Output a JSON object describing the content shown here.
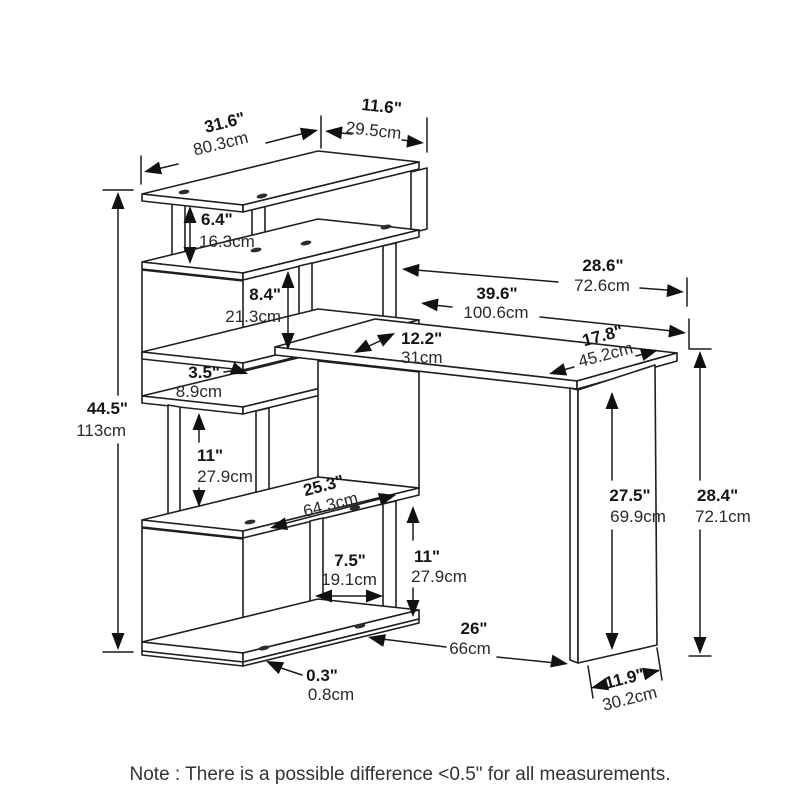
{
  "note": {
    "text": "Note : There is a possible difference <0.5\" for all measurements."
  },
  "dimensions": {
    "top_shelf_width": {
      "in": "31.6\"",
      "cm": "80.3cm"
    },
    "top_shelf_depth": {
      "in": "11.6\"",
      "cm": "29.5cm"
    },
    "tier1_height": {
      "in": "6.4\"",
      "cm": "16.3cm"
    },
    "tier2_height": {
      "in": "8.4\"",
      "cm": "21.3cm"
    },
    "desk_extension": {
      "in": "28.6\"",
      "cm": "72.6cm"
    },
    "desk_length": {
      "in": "39.6\"",
      "cm": "100.6cm"
    },
    "shelf_depth_at_desk": {
      "in": "12.2\"",
      "cm": "31cm"
    },
    "desk_depth": {
      "in": "17.8\"",
      "cm": "45.2cm"
    },
    "swivel_gap": {
      "in": "3.5\"",
      "cm": "8.9cm"
    },
    "total_height": {
      "in": "44.5\"",
      "cm": "113cm"
    },
    "tier3_height": {
      "in": "11\"",
      "cm": "27.9cm"
    },
    "lower_shelf_width": {
      "in": "25.3\"",
      "cm": "64.3cm"
    },
    "post_spacing": {
      "in": "7.5\"",
      "cm": "19.1cm"
    },
    "tier4_height": {
      "in": "11\"",
      "cm": "27.9cm"
    },
    "knee_space": {
      "in": "26\"",
      "cm": "66cm"
    },
    "base_lip": {
      "in": "0.3\"",
      "cm": "0.8cm"
    },
    "panel_height": {
      "in": "27.5\"",
      "cm": "69.9cm"
    },
    "desk_surface_height": {
      "in": "28.4\"",
      "cm": "72.1cm"
    },
    "panel_depth": {
      "in": "11.9\"",
      "cm": "30.2cm"
    }
  }
}
